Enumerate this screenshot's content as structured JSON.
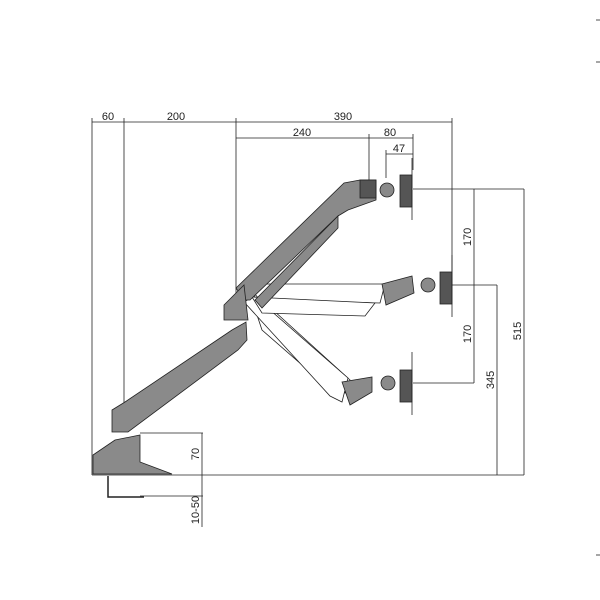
{
  "title": "Monitor arm dimension drawing",
  "dimensions": {
    "base_offset": "60",
    "pole_to_joint": "200",
    "joint_to_panel_max": "390",
    "upper_arm": "240",
    "head": "80",
    "mount_depth": "47",
    "upper_travel": "170",
    "lower_travel": "170",
    "center_height": "345",
    "max_height": "515",
    "base_height": "70",
    "clamp_range": "10-50"
  },
  "colors": {
    "arm_fill": "#8a8a8a",
    "line": "#222222"
  }
}
